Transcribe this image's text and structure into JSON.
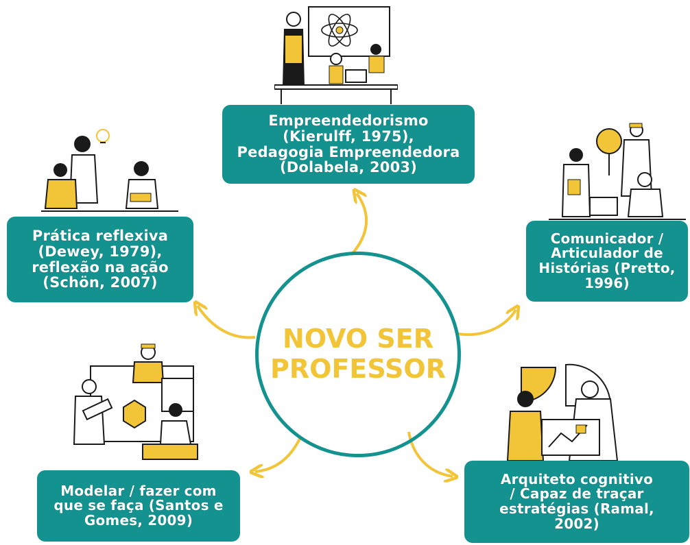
{
  "center": {
    "title": "NOVO SER\nPROFESSOR"
  },
  "nodes": [
    {
      "id": "top",
      "label": "Empreendedorismo\n(Kierulff, 1975),\nPedagogia Empreendedora\n(Dolabela, 2003)"
    },
    {
      "id": "left",
      "label": "Prática reflexiva\n(Dewey, 1979),\nreflexão na ação\n(Schön, 2007)"
    },
    {
      "id": "right",
      "label": "Comunicador /\nArticulador de\nHistórias (Pretto,\n1996)"
    },
    {
      "id": "bottom-left",
      "label": "Modelar / fazer com\nque se faça (Santos e\nGomes, 2009)"
    },
    {
      "id": "bottom-right",
      "label": "Arquiteto cognitivo\n/ Capaz de traçar\nestratégias (Ramal,\n2002)"
    }
  ],
  "colors": {
    "teal": "#13928f",
    "yellow": "#f2c438",
    "ink": "#1a1a1a"
  }
}
